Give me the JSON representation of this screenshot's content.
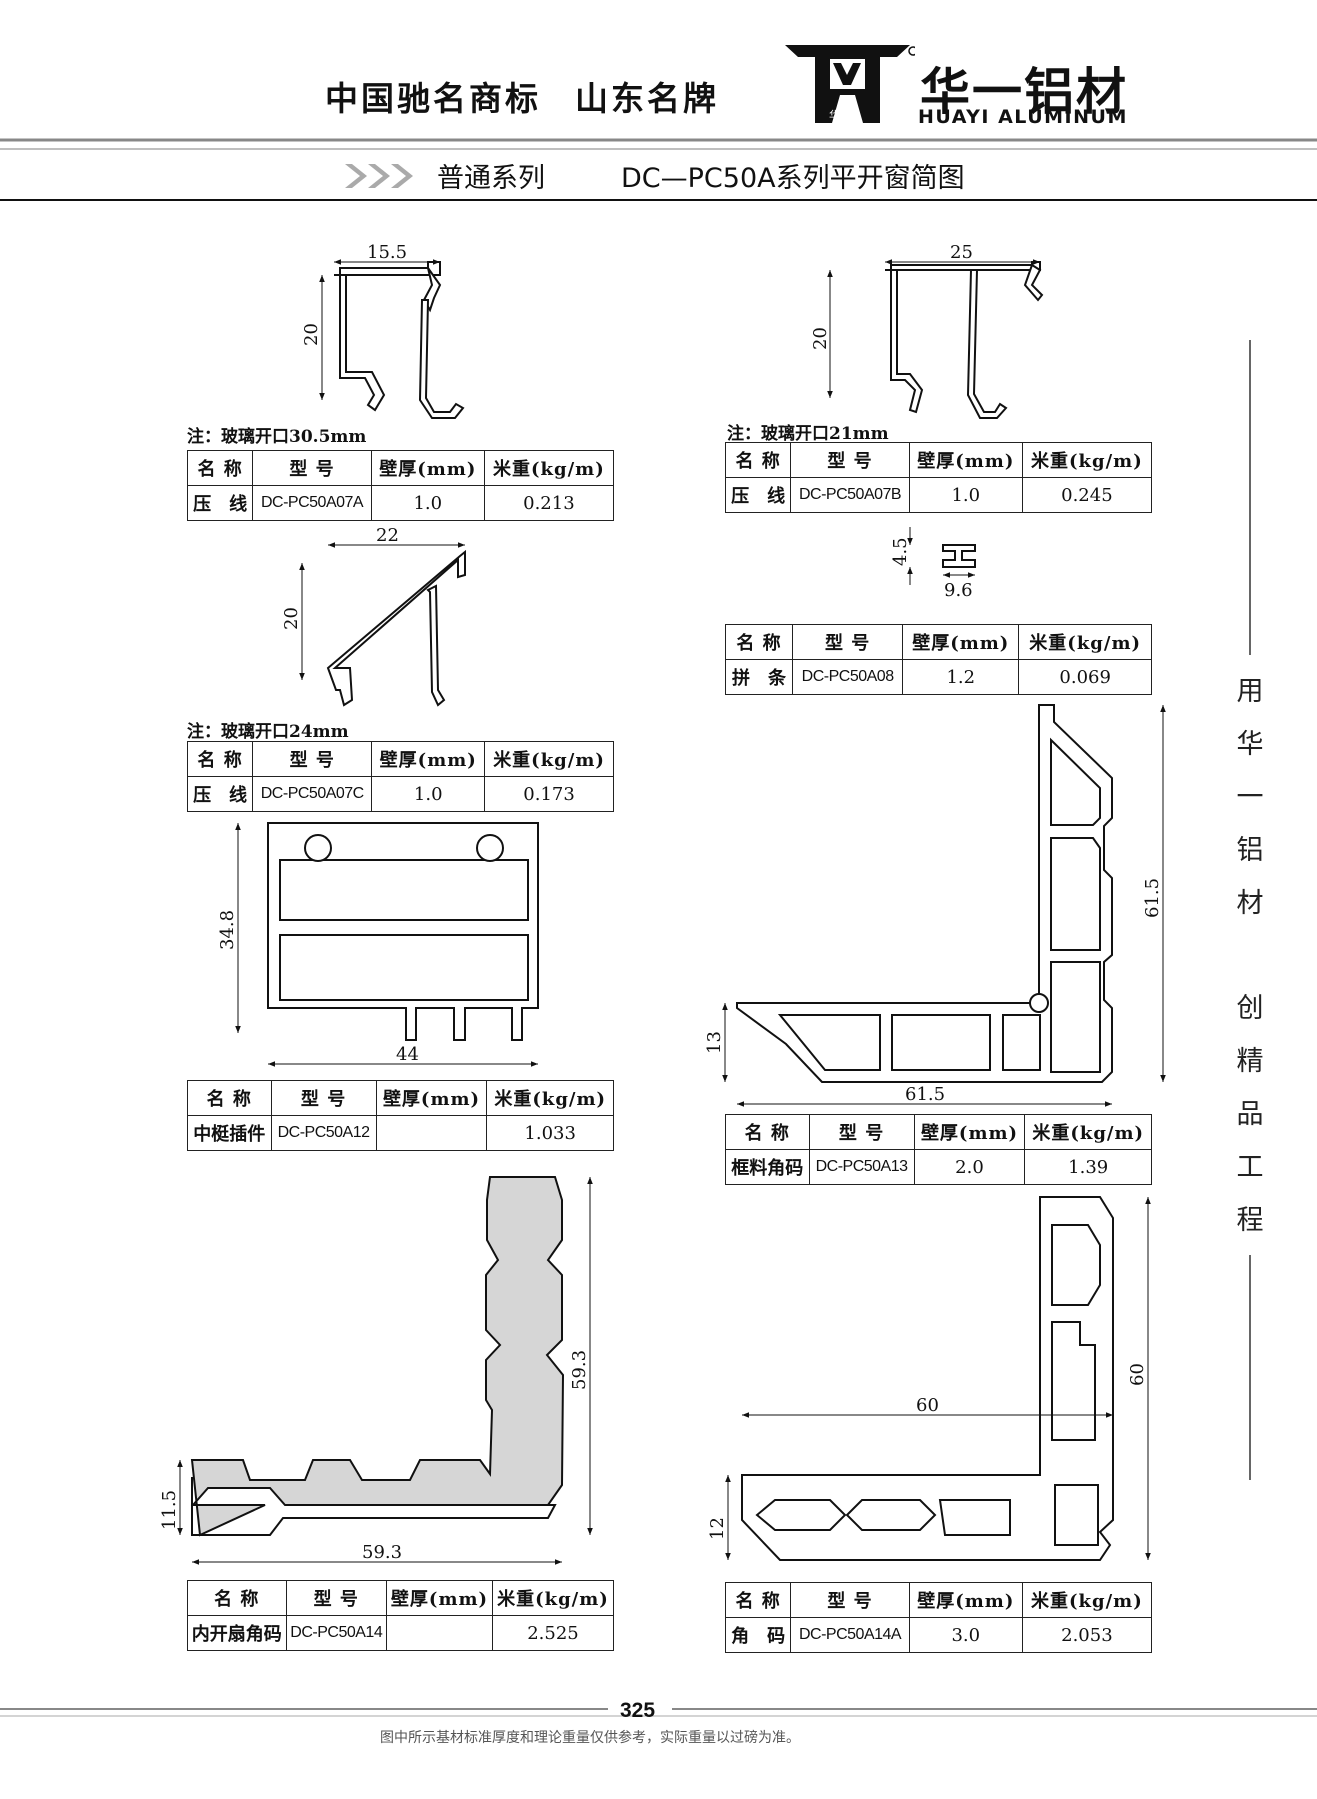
{
  "header": {
    "slogan_1": "中国驰名商标",
    "slogan_2": "山东名牌",
    "brand_cn": "华一铝材",
    "brand_en": "HUAYI ALUMINUM",
    "logo_text": "华一",
    "series": "普通系列",
    "title": "DC—PC50A系列平开窗简图"
  },
  "columns": {
    "name": "名 称",
    "model": "型 号",
    "thickness": "壁厚(mm)",
    "weight": "米重(kg/m)"
  },
  "products": [
    {
      "note": "注：玻璃开口30.5mm",
      "name": "压　线",
      "model": "DC-PC50A07A",
      "thickness": "1.0",
      "weight": "0.213",
      "dims": [
        "15.5",
        "20"
      ]
    },
    {
      "note": "注：玻璃开口21mm",
      "name": "压　线",
      "model": "DC-PC50A07B",
      "thickness": "1.0",
      "weight": "0.245",
      "dims": [
        "25",
        "20"
      ]
    },
    {
      "note": "注：玻璃开口24mm",
      "name": "压　线",
      "model": "DC-PC50A07C",
      "thickness": "1.0",
      "weight": "0.173",
      "dims": [
        "22",
        "20"
      ]
    },
    {
      "note": "",
      "name": "拼　条",
      "model": "DC-PC50A08",
      "thickness": "1.2",
      "weight": "0.069",
      "dims": [
        "4.5",
        "9.6"
      ]
    },
    {
      "note": "",
      "name": "中梃插件",
      "model": "DC-PC50A12",
      "thickness": "",
      "weight": "1.033",
      "dims": [
        "34.8",
        "44"
      ]
    },
    {
      "note": "",
      "name": "框料角码",
      "model": "DC-PC50A13",
      "thickness": "2.0",
      "weight": "1.39",
      "dims": [
        "61.5",
        "13",
        "61.5"
      ]
    },
    {
      "note": "",
      "name": "内开扇角码",
      "model": "DC-PC50A14",
      "thickness": "",
      "weight": "2.525",
      "dims": [
        "59.3",
        "11.5",
        "59.3"
      ]
    },
    {
      "note": "",
      "name": "角　码",
      "model": "DC-PC50A14A",
      "thickness": "3.0",
      "weight": "2.053",
      "dims": [
        "60",
        "12",
        "60"
      ]
    }
  ],
  "side_slogan": "用华一铝材  创精品工程",
  "page_number": "325",
  "disclaimer": "图中所示基材标准厚度和理论重量仅供参考，实际重量以过磅为准。"
}
